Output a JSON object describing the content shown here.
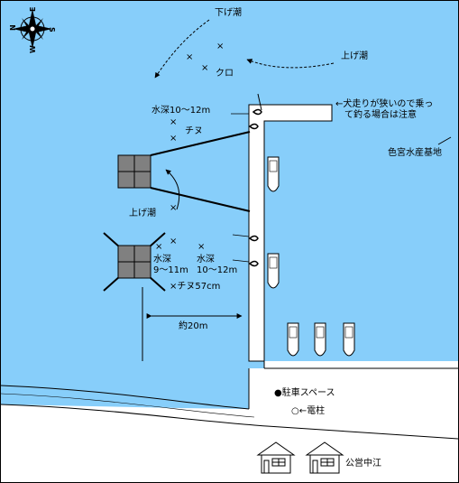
{
  "colors": {
    "water": "#87CEFA",
    "land": "#FFFFFF",
    "outline": "#000000",
    "fish_cage": "#808080",
    "text": "#000000"
  },
  "compass": {
    "icon": "compass-rose-icon",
    "letters": {
      "north": "N",
      "east": "E",
      "south": "S",
      "west": "W"
    }
  },
  "labels": {
    "current_down": "下げ潮",
    "current_up_top": "上げ潮",
    "current_up_left": "上げ潮",
    "fish_kuro": "クロ",
    "depth_top": "水深10～12m",
    "fish_chinu_top": "チヌ",
    "warning": "←犬走りが狭いので乗っ\n　て釣る場合は注意",
    "base_name": "色宮水産基地",
    "depth_left": "水深\n9～11m",
    "depth_right": "水深\n10～12m",
    "fish_chinu_size": "×チヌ57cm",
    "distance": "約20m",
    "parking": "●駐車スペース",
    "pole": "○←電柱",
    "town": "公営中江"
  },
  "markers": {
    "point_symbol": "×",
    "parking_symbol": "●",
    "pole_symbol": "○"
  }
}
